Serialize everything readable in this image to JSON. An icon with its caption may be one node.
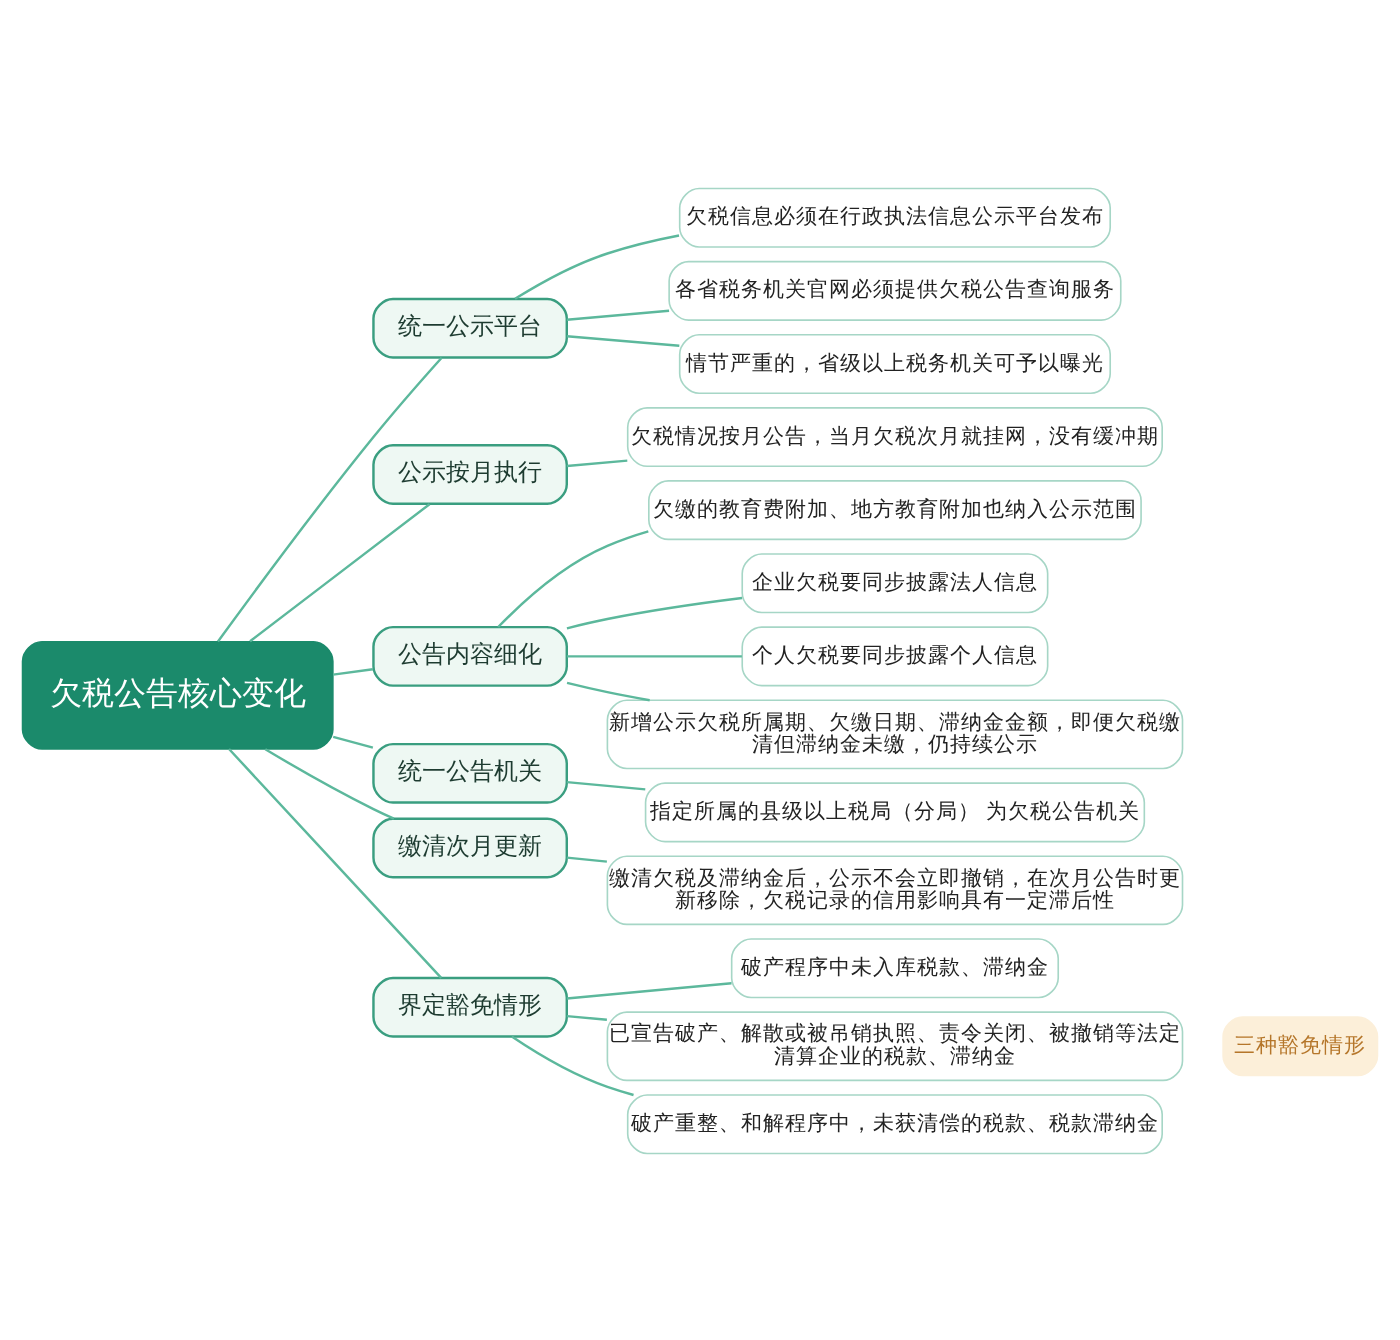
{
  "diagram": {
    "nodes": [
      {
        "text": [
          "欠税公告核心变化"
        ]
      },
      {
        "text": [
          "统一公示平台"
        ]
      },
      {
        "text": [
          "欠税信息必须在行政执法信息公示平台发布"
        ]
      },
      {
        "text": [
          "各省税务机关官网必须提供欠税公告查询服务"
        ]
      },
      {
        "text": [
          "情节严重的，省级以上税务机关可予以曝光"
        ]
      },
      {
        "text": [
          "公示按月执行"
        ]
      },
      {
        "text": [
          "欠税情况按月公告，当月欠税次月就挂网，没有缓冲期"
        ]
      },
      {
        "text": [
          "公告内容细化"
        ]
      },
      {
        "text": [
          "欠缴的教育费附加、地方教育附加也纳入公示范围"
        ]
      },
      {
        "text": [
          "企业欠税要同步披露法人信息"
        ]
      },
      {
        "text": [
          "个人欠税要同步披露个人信息"
        ]
      },
      {
        "text": [
          "新增公示欠税所属期、欠缴日期、滞纳金金额，即便欠税缴清但滞纳金未缴，仍持续公示"
        ]
      },
      {
        "text": [
          "统一公告机关"
        ]
      },
      {
        "text": [
          "指定所属的县级以上税局（分局） 为欠税公告机关"
        ]
      },
      {
        "text": [
          "缴清次月更新"
        ]
      },
      {
        "text": [
          "缴清欠税及滞纳金后，公示不会立即撤销，在次月公告时更新移除，欠税记录的信用影响具有一定滞后性"
        ]
      },
      {
        "text": [
          "界定豁免情形"
        ]
      },
      {
        "text": [
          "破产程序中未入库税款、滞纳金"
        ]
      },
      {
        "text": [
          "已宣告破产、解散或被吊销执照、责令关闭、被撤销等法定清算企业的税款、滞纳金"
        ]
      },
      {
        "text": [
          "破产重整、和解程序中，未获清偿的税款、税款滞纳金"
        ]
      },
      {
        "text": [
          "三种豁免情形"
        ]
      }
    ],
    "edges": [
      {
        "from": 0,
        "to": 1,
        "arrow": "none"
      },
      {
        "from": 1,
        "to": 2,
        "arrow": "none"
      },
      {
        "from": 1,
        "to": 3,
        "arrow": "none"
      },
      {
        "from": 1,
        "to": 4,
        "arrow": "none"
      },
      {
        "from": 0,
        "to": 5,
        "arrow": "none"
      },
      {
        "from": 5,
        "to": 6,
        "arrow": "none"
      },
      {
        "from": 0,
        "to": 7,
        "arrow": "none"
      },
      {
        "from": 7,
        "to": 8,
        "arrow": "none"
      },
      {
        "from": 7,
        "to": 9,
        "arrow": "none"
      },
      {
        "from": 7,
        "to": 10,
        "arrow": "none"
      },
      {
        "from": 7,
        "to": 11,
        "arrow": "none"
      },
      {
        "from": 0,
        "to": 12,
        "arrow": "none"
      },
      {
        "from": 12,
        "to": 13,
        "arrow": "none"
      },
      {
        "from": 0,
        "to": 14,
        "arrow": "none"
      },
      {
        "from": 14,
        "to": 15,
        "arrow": "none"
      },
      {
        "from": 0,
        "to": 16,
        "arrow": "none"
      },
      {
        "from": 16,
        "to": 17,
        "arrow": "none"
      },
      {
        "from": 16,
        "to": 18,
        "arrow": "none"
      },
      {
        "from": 16,
        "to": 19,
        "arrow": "none"
      }
    ]
  }
}
